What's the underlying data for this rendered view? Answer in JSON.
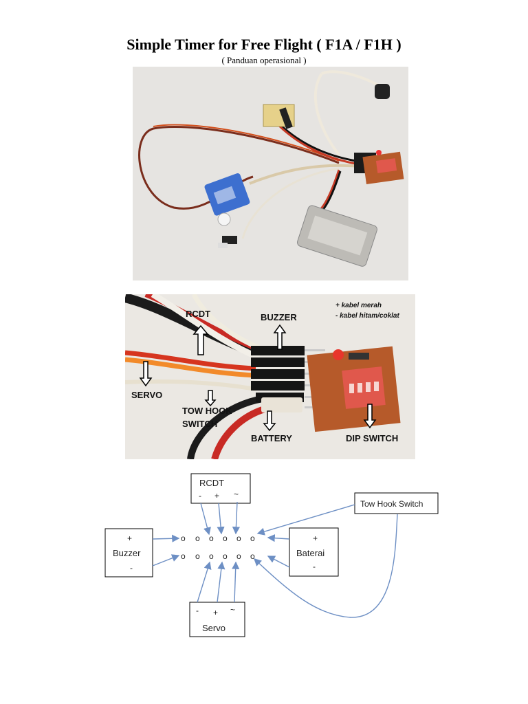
{
  "document": {
    "title": "Simple Timer for Free Flight ( F1A / F1H )",
    "subtitle": "( Panduan operasional )"
  },
  "photo_labels": {
    "rcdt": "RCDT",
    "buzzer": "BUZZER",
    "servo": "SERVO",
    "tow_hook_line1": "TOW HOOK",
    "tow_hook_line2": "SWITCH",
    "battery": "BATTERY",
    "dip_switch": "DIP SWITCH",
    "note_red": "+ kabel merah",
    "note_black": "- kabel hitam/coklat"
  },
  "diagram": {
    "rcdt": {
      "title": "RCDT",
      "pins": [
        "-",
        "+",
        "~"
      ]
    },
    "buzzer": {
      "title": "Buzzer",
      "pins": [
        "+",
        "-"
      ]
    },
    "baterai": {
      "title": "Baterai",
      "pins": [
        "+",
        "-"
      ]
    },
    "servo": {
      "title": "Servo",
      "pins": [
        "-",
        "+",
        "~"
      ]
    },
    "tow_hook": {
      "title": "Tow Hook Switch"
    },
    "header_pin": "o"
  },
  "colors": {
    "arrow": "#6d8fc4",
    "pcb": "#b65a2a",
    "dip_switch": "#e0584c",
    "servo_body": "#3d6fcf",
    "battery": "#bdbbb6"
  }
}
